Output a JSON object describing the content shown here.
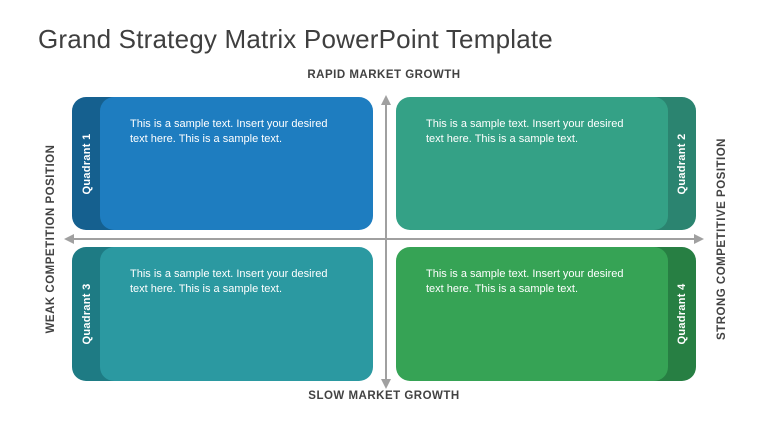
{
  "title": "Grand Strategy Matrix PowerPoint Template",
  "axes": {
    "top": "RAPID MARKET GROWTH",
    "bottom": "SLOW MARKET GROWTH",
    "left": "WEAK COMPETITION POSITION",
    "right": "STRONG COMPETITIVE POSITION"
  },
  "quadrants": [
    {
      "label": "Quadrant 1",
      "text": "This is a sample text. Insert your desired text here. This is a sample text.",
      "body_color": "#1E7DC0",
      "tab_color": "#15608F",
      "tab_side": "left"
    },
    {
      "label": "Quadrant 2",
      "text": "This is a sample text. Insert your desired text here. This is a sample text.",
      "body_color": "#34A186",
      "tab_color": "#2B8470",
      "tab_side": "right"
    },
    {
      "label": "Quadrant 3",
      "text": "This is a sample text. Insert your desired text here. This is a sample text.",
      "body_color": "#2B99A1",
      "tab_color": "#1E7B84",
      "tab_side": "left"
    },
    {
      "label": "Quadrant 4",
      "text": "This is a sample text. Insert your desired text here. This is a sample text.",
      "body_color": "#36A355",
      "tab_color": "#277F43",
      "tab_side": "right"
    }
  ],
  "colors": {
    "background": "#FFFFFF",
    "arrow": "#A0A0A0",
    "title_text": "#3F3F3F",
    "axis_text": "#424242",
    "card_text": "#FFFFFF"
  }
}
